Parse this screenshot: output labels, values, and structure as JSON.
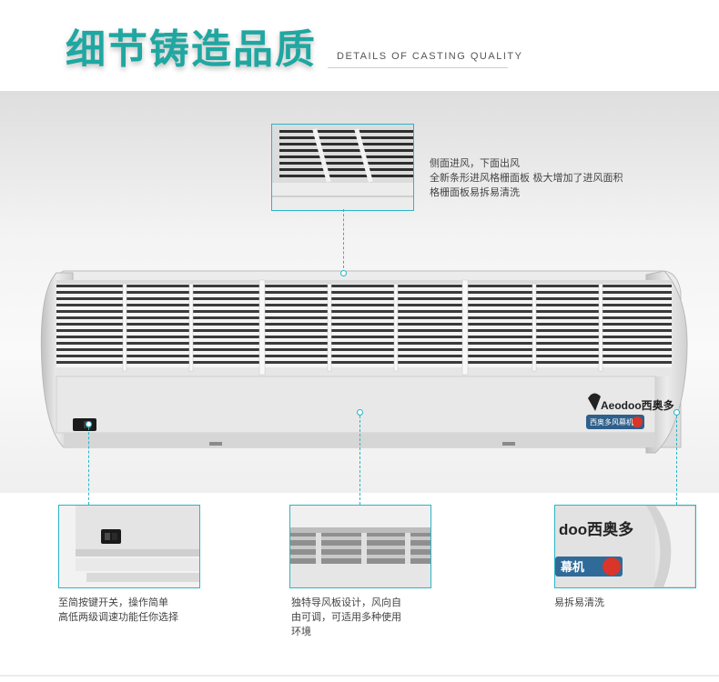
{
  "header": {
    "title_cn": "细节铸造品质",
    "title_en": "DETAILS OF CASTING QUALITY"
  },
  "product": {
    "brand_logo": "Aeodoo西奥多",
    "panel_label": "西奥多风幕机"
  },
  "top_callout": {
    "lines": [
      "侧面进风，下面出风",
      "全新条形进风格栅面板 极大增加了进风面积",
      "格栅面板易拆易清洗"
    ]
  },
  "bottom_callouts": [
    {
      "lines": [
        "至简按键开关，操作简单",
        "高低两级调速功能任你选择"
      ]
    },
    {
      "lines": [
        "独特导风板设计，风向自",
        "由可调，可适用多种使用",
        "环境"
      ]
    },
    {
      "lines": [
        "易拆易清洗"
      ]
    }
  ],
  "inset_logo_text": "doo西奥多",
  "inset_label_text": "幕机",
  "colors": {
    "accent": "#1fa7a1",
    "callout_line": "#29b5c7"
  }
}
